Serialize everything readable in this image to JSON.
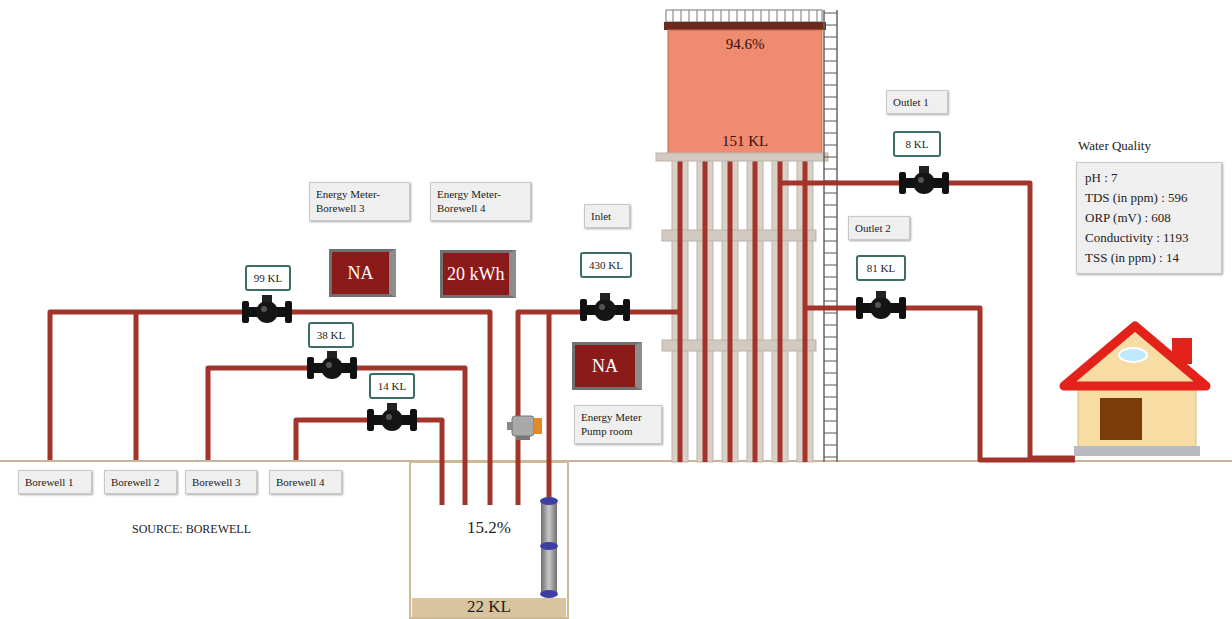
{
  "diagram": {
    "nodes": [
      {
        "text": [
          "94.6%",
          "151 KL"
        ]
      },
      {
        "text": [
          "Outlet 1"
        ]
      },
      {
        "text": [
          "8 KL"
        ]
      },
      {
        "text": [
          "Water Quality",
          "pH : 7",
          "TDS (in ppm) : 596",
          "ORP (mV) : 608",
          "Conductivity : 1193",
          "TSS (in ppm) : 14"
        ]
      },
      {
        "text": [
          "Energy Meter-Borewell 3"
        ]
      },
      {
        "text": [
          "Energy Meter-Borewell 4"
        ]
      },
      {
        "text": [
          "Inlet"
        ]
      },
      {
        "text": [
          "Outlet 2"
        ]
      },
      {
        "text": [
          "NA"
        ]
      },
      {
        "text": [
          "20 kWh"
        ]
      },
      {
        "text": [
          "430 KL"
        ]
      },
      {
        "text": [
          "81 KL"
        ]
      },
      {
        "text": [
          "99 KL"
        ]
      },
      {
        "text": [
          "38 KL"
        ]
      },
      {
        "text": [
          "NA"
        ]
      },
      {
        "text": [
          "14 KL"
        ]
      },
      {
        "text": [
          "Energy Meter Pump room"
        ]
      },
      {
        "text": [
          "Borewell 1"
        ]
      },
      {
        "text": [
          "Borewell 2"
        ]
      },
      {
        "text": [
          "Borewell 3"
        ]
      },
      {
        "text": [
          "Borewell 4"
        ]
      },
      {
        "text": [
          "15.2%",
          "22 KL"
        ]
      }
    ],
    "labels": [
      "SOURCE: BOREWELL"
    ]
  }
}
